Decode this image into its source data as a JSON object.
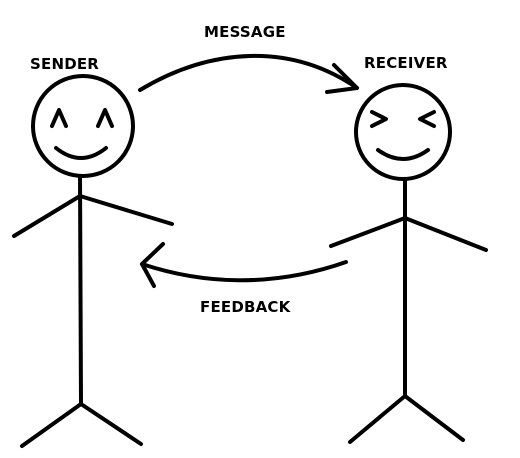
{
  "labels": {
    "sender": "SENDER",
    "receiver": "RECEIVER",
    "message": "MESSAGE",
    "feedback": "FEEDBACK"
  },
  "colors": {
    "ink": "#000000",
    "background": "#ffffff"
  }
}
